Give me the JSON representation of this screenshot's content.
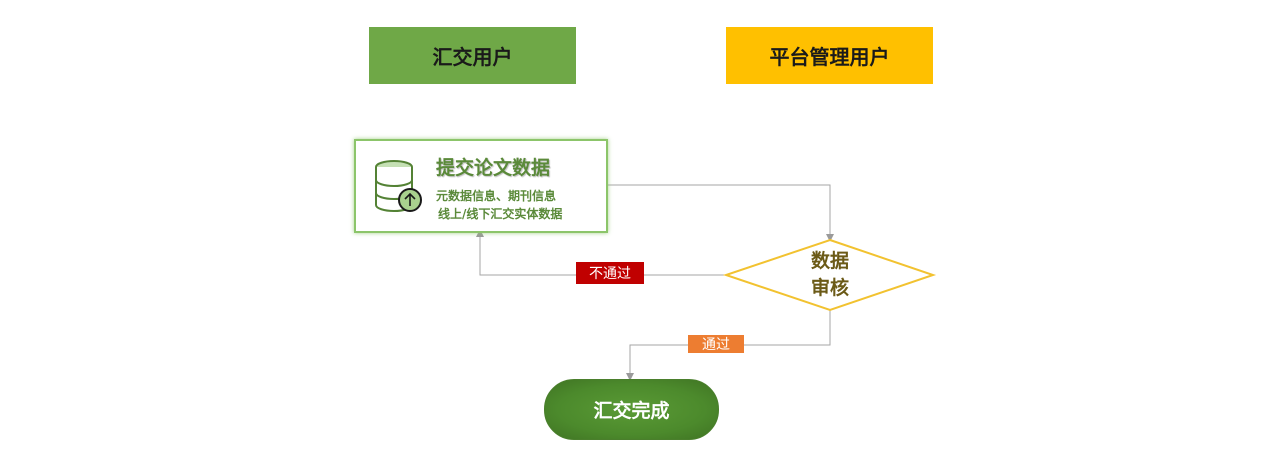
{
  "lanes": {
    "user": "汇交用户",
    "admin": "平台管理用户"
  },
  "submit": {
    "title": "提交论文数据",
    "line1": "元数据信息、期刊信息",
    "line2": "线上/线下汇交实体数据",
    "icon": "database-upload-icon"
  },
  "review": {
    "line1": "数据",
    "line2": "审核"
  },
  "edges": {
    "reject": "不通过",
    "pass": "通过"
  },
  "complete": {
    "label": "汇交完成"
  },
  "colors": {
    "user_lane": "#6fa847",
    "admin_lane": "#ffc000",
    "reject": "#c00000",
    "pass": "#ed7d31",
    "diamond_border": "#f2c230"
  }
}
